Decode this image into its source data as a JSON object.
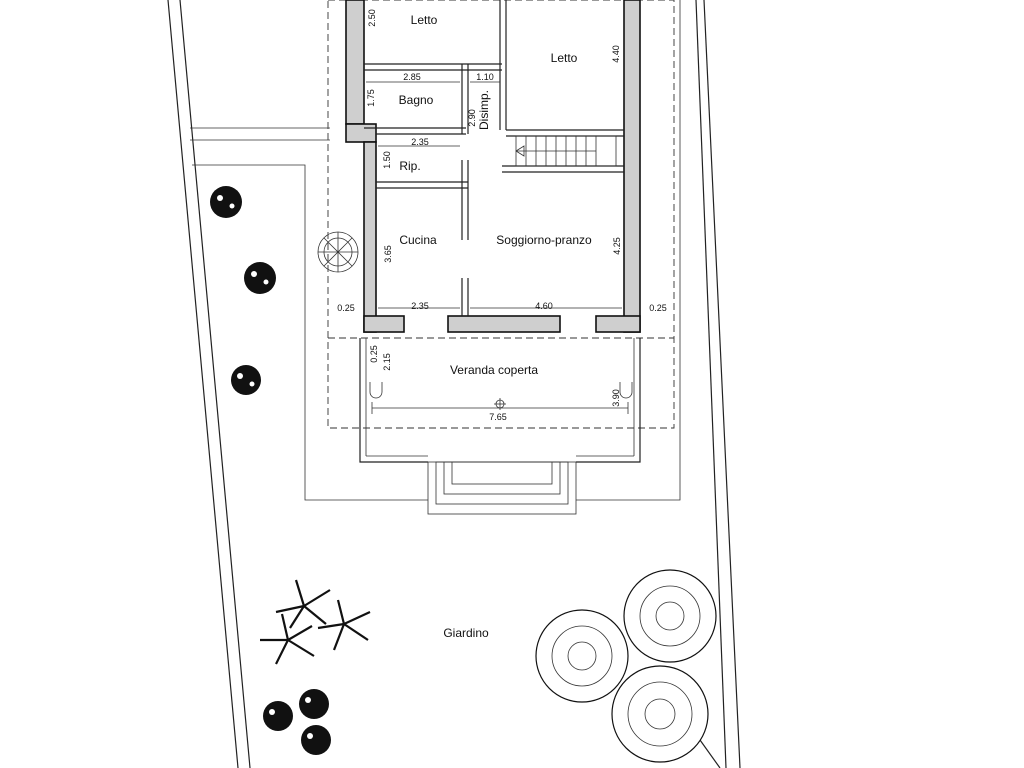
{
  "rooms": {
    "letto_1": "Letto",
    "letto_2": "Letto",
    "bagno": "Bagno",
    "disimpegno": "Disimp.",
    "ripostiglio": "Rip.",
    "cucina": "Cucina",
    "soggiorno": "Soggiorno-pranzo",
    "veranda": "Veranda coperta",
    "giardino": "Giardino"
  },
  "dimensions": {
    "letto_1_height": "2.50",
    "letto_2_height": "4.40",
    "bagno_width": "2.85",
    "bagno_height": "1.75",
    "disimp_width": "1.10",
    "disimp_height": "2.90",
    "rip_width": "2.35",
    "rip_height": "1.50",
    "cucina_height": "3.65",
    "soggiorno_height": "4.25",
    "wall_left": "0.25",
    "cucina_width": "2.35",
    "soggiorno_width": "4.60",
    "wall_right": "0.25",
    "veranda_wall": "0.25",
    "veranda_inner": "2.15",
    "veranda_width": "7.65",
    "veranda_height": "3.90"
  }
}
